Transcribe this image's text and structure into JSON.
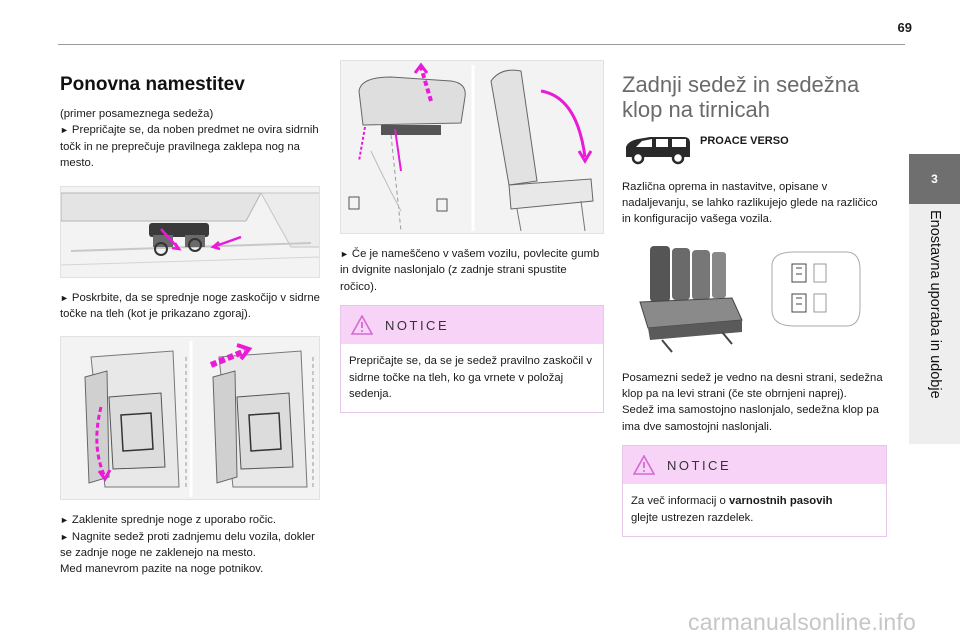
{
  "page_number": "69",
  "chapter": {
    "number": "3",
    "title": "Enostavna uporaba in udobje"
  },
  "col1": {
    "title": "Ponovna namestitev",
    "intro": "(primer posameznega sedeža)",
    "p1": "Prepričajte se, da noben predmet ne ovira sidrnih točk in ne preprečuje pravilnega zaklepa nog na mesto.",
    "p2": "Poskrbite, da se sprednje noge zaskočijo v sidrne točke na tleh (kot je prikazano zgoraj).",
    "p3": "Zaklenite sprednje noge z uporabo ročic.",
    "p4": "Nagnite sedež proti zadnjemu delu vozila, dokler se zadnje noge ne zaklenejo na mesto.",
    "p5": "Med manevrom pazite na noge potnikov."
  },
  "col2": {
    "p1": "Če je nameščeno v vašem vozilu, povlecite gumb in dvignite naslonjalo (z zadnje strani spustite ročico).",
    "notice_title": "NOTICE",
    "notice_text": "Prepričajte se, da se je sedež pravilno zaskočil v sidrne točke na tleh, ko ga vrnete v položaj sedenja."
  },
  "col3": {
    "title": "Zadnji sedež in sedežna klop na tirnicah",
    "vehicle": "PROACE VERSO",
    "p1": "Različna oprema in nastavitve, opisane v nadaljevanju, se lahko razlikujejo glede na različico in konfiguracijo vašega vozila.",
    "p2": "Posamezni sedež je vedno na desni strani, sedežna klop pa na levi strani (če ste obrnjeni naprej).",
    "p3": "Sedež ima samostojno naslonjalo, sedežna klop pa ima dve samostojni naslonjali.",
    "notice_title": "NOTICE",
    "notice_pre": "Za več informacij o ",
    "notice_bold": "varnostnih pasovih",
    "notice_post": "glejte ustrezen razdelek."
  },
  "bullet": "►",
  "watermark": "carmanualsonline.info",
  "colors": {
    "notice_bg": "#f7d3f8",
    "accent_magenta": "#e91ad8",
    "tab_gray": "#6f6f6f"
  }
}
